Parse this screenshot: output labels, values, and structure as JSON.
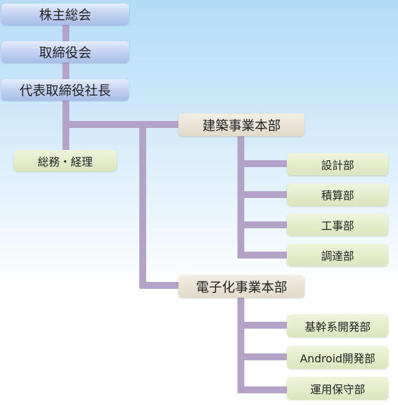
{
  "org_chart": {
    "shareholders_meeting": "株主総会",
    "board_of_directors": "取締役会",
    "ceo": "代表取締役社長",
    "general_affairs": "総務・経理",
    "construction_division": {
      "title": "建築事業本部",
      "departments": [
        "設計部",
        "積算部",
        "工事部",
        "調達部"
      ]
    },
    "digitization_division": {
      "title": "電子化事業本部",
      "departments": [
        "基幹系開発部",
        "Android開発部",
        "運用保守部"
      ]
    }
  },
  "colors": {
    "connector": "#b4a2c8",
    "executive_box": "#b9cbee",
    "division_box": "#e8e1d3",
    "department_box": "#e4ecc9"
  }
}
